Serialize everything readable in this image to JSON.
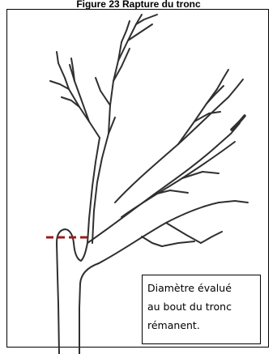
{
  "figure": {
    "title": "Figure 23 Rapture du tronc",
    "callout_lines": [
      "Diamètre évalué",
      "au bout du tronc",
      "rémanent."
    ],
    "colors": {
      "ink": "#2f2f2f",
      "measure_line": "#9b1c1c"
    }
  }
}
